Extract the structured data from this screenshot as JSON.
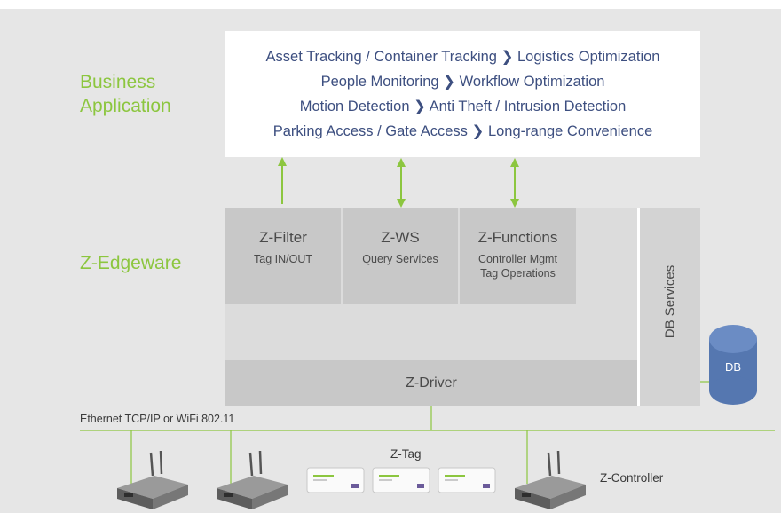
{
  "business": {
    "label": "Business Application",
    "lines": [
      {
        "left": "Asset Tracking / Container Tracking",
        "arrow": "❯",
        "right": "Logistics Optimization"
      },
      {
        "left": "People Monitoring",
        "arrow": "❯",
        "right": "Workflow Optimization"
      },
      {
        "left": "Motion Detection",
        "arrow": "❯",
        "right": "Anti Theft / Intrusion Detection"
      },
      {
        "left": "Parking Access / Gate Access",
        "arrow": "❯",
        "right": "Long-range Convenience"
      }
    ]
  },
  "edgeware": {
    "label": "Z-Edgeware",
    "modules": [
      {
        "title": "Z-Filter",
        "sub1": "Tag IN/OUT",
        "sub2": ""
      },
      {
        "title": "Z-WS",
        "sub1": "Query Services",
        "sub2": ""
      },
      {
        "title": "Z-Functions",
        "sub1": "Controller Mgmt",
        "sub2": "Tag Operations"
      }
    ],
    "driver": "Z-Driver",
    "db_services": "DB Services",
    "db": "DB"
  },
  "network": {
    "label": "Ethernet TCP/IP or WiFi 802.11",
    "tag_label": "Z-Tag",
    "controller_label": "Z-Controller"
  },
  "colors": {
    "accent_green": "#8cc63f",
    "text_blue": "#3d4f80",
    "db_blue": "#5577b0"
  }
}
